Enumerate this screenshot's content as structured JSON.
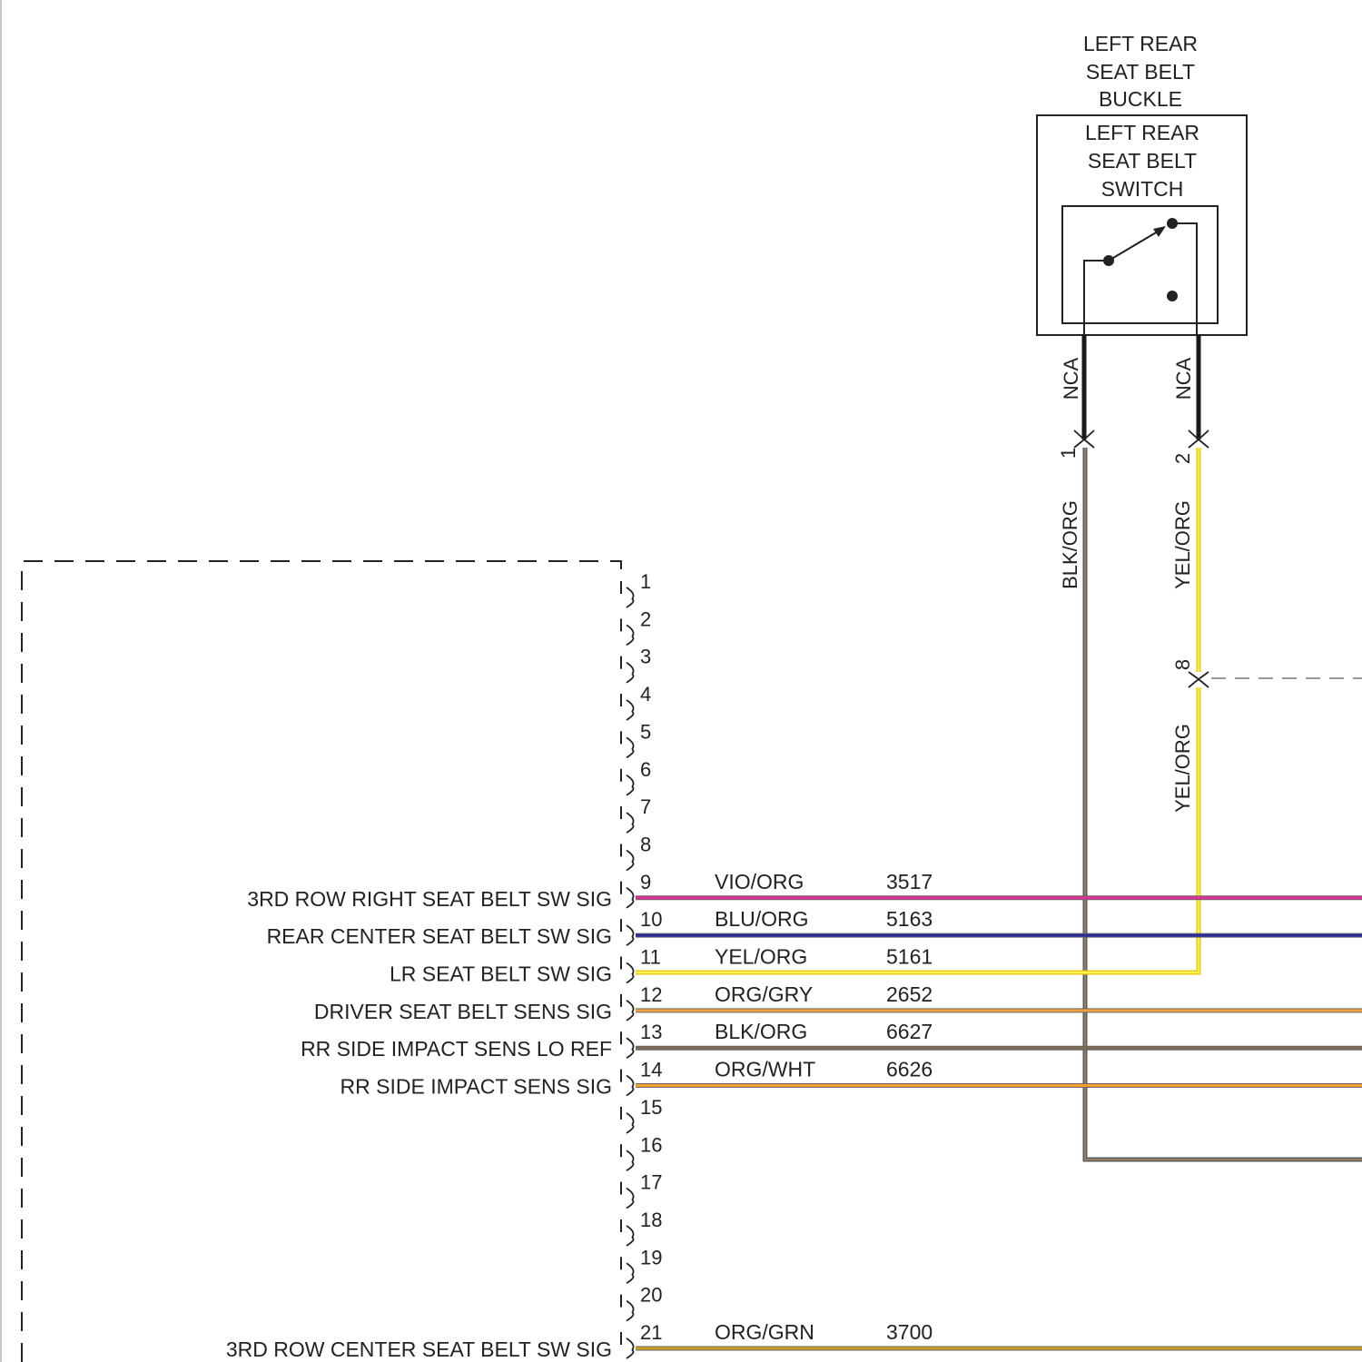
{
  "component": {
    "buckle_lines": [
      "LEFT REAR",
      "SEAT BELT",
      "BUCKLE"
    ],
    "switch_lines": [
      "LEFT REAR",
      "SEAT BELT",
      "SWITCH"
    ]
  },
  "buckle_pins": [
    {
      "pin": "1",
      "nca": "NCA",
      "wire_color": "BLK/ORG",
      "color_hex": "#7d6a52"
    },
    {
      "pin": "2",
      "nca": "NCA",
      "wire_color": "YEL/ORG",
      "color_hex": "#f2e21a"
    }
  ],
  "inline_connector": {
    "pin": "8",
    "wire_color": "YEL/ORG"
  },
  "module_pins": [
    {
      "pin": "1",
      "circuit": "",
      "color": "",
      "number": "",
      "hex": ""
    },
    {
      "pin": "2",
      "circuit": "",
      "color": "",
      "number": "",
      "hex": ""
    },
    {
      "pin": "3",
      "circuit": "",
      "color": "",
      "number": "",
      "hex": ""
    },
    {
      "pin": "4",
      "circuit": "",
      "color": "",
      "number": "",
      "hex": ""
    },
    {
      "pin": "5",
      "circuit": "",
      "color": "",
      "number": "",
      "hex": ""
    },
    {
      "pin": "6",
      "circuit": "",
      "color": "",
      "number": "",
      "hex": ""
    },
    {
      "pin": "7",
      "circuit": "",
      "color": "",
      "number": "",
      "hex": ""
    },
    {
      "pin": "8",
      "circuit": "",
      "color": "",
      "number": "",
      "hex": ""
    },
    {
      "pin": "9",
      "circuit": "3RD ROW RIGHT SEAT BELT SW SIG",
      "color": "VIO/ORG",
      "number": "3517",
      "hex": "#e0309a"
    },
    {
      "pin": "10",
      "circuit": "REAR CENTER SEAT BELT SW SIG",
      "color": "BLU/ORG",
      "number": "5163",
      "hex": "#2a2aa0"
    },
    {
      "pin": "11",
      "circuit": "LR SEAT BELT SW SIG",
      "color": "YEL/ORG",
      "number": "5161",
      "hex": "#f2e21a"
    },
    {
      "pin": "12",
      "circuit": "DRIVER SEAT BELT SENS SIG",
      "color": "ORG/GRY",
      "number": "2652",
      "hex": "#f0a040"
    },
    {
      "pin": "13",
      "circuit": "RR SIDE IMPACT SENS LO REF",
      "color": "BLK/ORG",
      "number": "6627",
      "hex": "#7d6a52"
    },
    {
      "pin": "14",
      "circuit": "RR SIDE IMPACT SENS SIG",
      "color": "ORG/WHT",
      "number": "6626",
      "hex": "#f7a030"
    },
    {
      "pin": "15",
      "circuit": "",
      "color": "",
      "number": "",
      "hex": ""
    },
    {
      "pin": "16",
      "circuit": "",
      "color": "",
      "number": "",
      "hex": ""
    },
    {
      "pin": "17",
      "circuit": "",
      "color": "",
      "number": "",
      "hex": ""
    },
    {
      "pin": "18",
      "circuit": "",
      "color": "",
      "number": "",
      "hex": ""
    },
    {
      "pin": "19",
      "circuit": "",
      "color": "",
      "number": "",
      "hex": ""
    },
    {
      "pin": "20",
      "circuit": "",
      "color": "",
      "number": "",
      "hex": ""
    },
    {
      "pin": "21",
      "circuit": "3RD ROW CENTER SEAT BELT SW SIG",
      "color": "ORG/GRN",
      "number": "3700",
      "hex": "#c8a020"
    }
  ]
}
